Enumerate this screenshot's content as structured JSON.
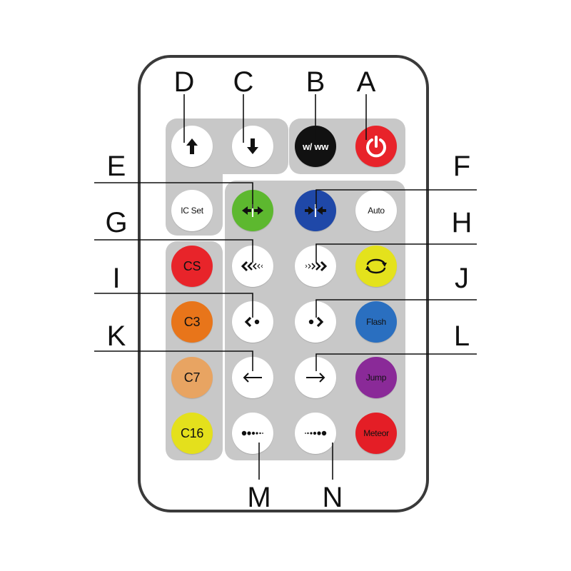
{
  "colors": {
    "panel": "#c8c8c8",
    "outline": "#3a3a3a",
    "white_button": "#ffffff",
    "black_button": "#111111",
    "power_red": "#e8232a",
    "green": "#5db82f",
    "blue": "#1f48a8",
    "yellow": "#e4e21c",
    "flash_blue": "#2a6fc0",
    "purple": "#8a2a98",
    "meteor_red": "#e41e26",
    "cs_red": "#e8242a",
    "c3_orange": "#e8751a",
    "c7_peach": "#e8a462",
    "c16_yellow": "#e4e01c"
  },
  "callouts": {
    "A": "A",
    "B": "B",
    "C": "C",
    "D": "D",
    "E": "E",
    "F": "F",
    "G": "G",
    "H": "H",
    "I": "I",
    "J": "J",
    "K": "K",
    "L": "L",
    "M": "M",
    "N": "N"
  },
  "buttons": {
    "up": {
      "icon": "arrow-up-icon"
    },
    "down": {
      "icon": "arrow-down-icon"
    },
    "w_ww": {
      "label": "w/ ww"
    },
    "power": {
      "icon": "power-icon"
    },
    "ic_set": {
      "label": "IC Set"
    },
    "expand": {
      "icon": "expand-arrows-icon"
    },
    "contract": {
      "icon": "contract-arrows-icon"
    },
    "auto": {
      "label": "Auto"
    },
    "cs": {
      "label": "CS"
    },
    "chevrons_left": {
      "icon": "chevrons-left-icon"
    },
    "chevrons_right": {
      "icon": "chevrons-right-icon"
    },
    "cycle": {
      "icon": "cycle-icon"
    },
    "c3": {
      "label": "C3"
    },
    "dot_left": {
      "icon": "dot-chevron-left-icon"
    },
    "dot_right": {
      "icon": "dot-chevron-right-icon"
    },
    "flash": {
      "label": "Flash"
    },
    "c7": {
      "label": "C7"
    },
    "arrow_left": {
      "icon": "arrow-left-icon"
    },
    "arrow_right": {
      "icon": "arrow-right-icon"
    },
    "jump": {
      "label": "Jump"
    },
    "c16": {
      "label": "C16"
    },
    "dots_left": {
      "icon": "dots-fading-left-icon"
    },
    "dots_right": {
      "icon": "dots-fading-right-icon"
    },
    "meteor": {
      "label": "Meteor"
    }
  }
}
